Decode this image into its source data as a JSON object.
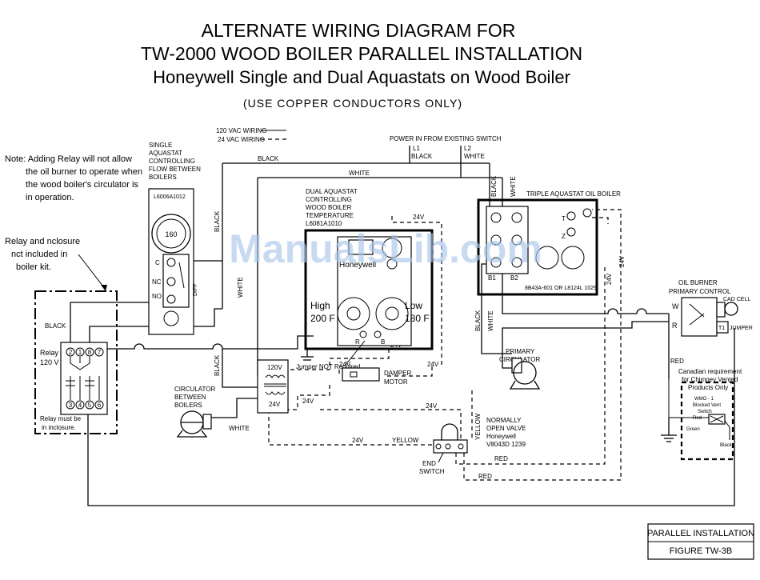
{
  "title": {
    "line1": "ALTERNATE WIRING DIAGRAM FOR",
    "line2": "TW-2000 WOOD BOILER PARALLEL INSTALLATION",
    "line3": "Honeywell Single and Dual Aquastats on Wood Boiler",
    "note": "(USE COPPER CONDUCTORS ONLY)"
  },
  "watermark": "ManualsLib.com",
  "legend": {
    "line_vac120": "120 VAC WIRING",
    "line_vac24": "24 VAC WIRING"
  },
  "power": {
    "label": "POWER IN FROM EXISTING SWITCH",
    "l1": "L1",
    "l1_color": "BLACK",
    "l2": "L2",
    "l2_color": "WHITE"
  },
  "note_relay": {
    "line1": "Note: Adding Relay will not allow",
    "line2": "the oil burner to operate when",
    "line3": "the wood boiler's circulator is",
    "line4": "in operation."
  },
  "note_enclosure": {
    "line1": "Relay and nclosure",
    "line2": "nct included in",
    "line3": "boiler kit."
  },
  "single_aquastat": {
    "label1": "SINGLE",
    "label2": "AQUASTAT",
    "label3": "CONTROLLING",
    "label4": "FLOW BETWEEN",
    "label5": "BOILERS",
    "model": "L6006A1012",
    "dial": "160",
    "term_c": "C",
    "term_nc": "NC",
    "term_no": "NO",
    "diff": "DIFF"
  },
  "dual_aquastat": {
    "label1": "DUAL AQUASTAT",
    "label2": "CONTROLLING",
    "label3": "WOOD BOILER",
    "label4": "TEMPERATURE",
    "model": "L6081A1010",
    "brand": "Honeywell",
    "high_label": "High",
    "high_value": "200 F",
    "low_label": "Low",
    "low_value": "180 F",
    "jumper_note": "Jumper NOT Required",
    "term_r": "R",
    "term_b": "B"
  },
  "triple_aquastat": {
    "label": "TRIPLE AQUASTAT OIL BOILER",
    "model": "8B43A-601 OR L8124L 1029",
    "term_t": "T",
    "term_z": "Z",
    "term_b1": "B1",
    "term_b2": "B2"
  },
  "relay": {
    "label1": "Relay",
    "label2": "120 V",
    "note1": "Relay must be",
    "note2": "in inclosure.",
    "top_terms": [
      "2",
      "1",
      "8",
      "7"
    ],
    "bottom_terms": [
      "3",
      "4",
      "5",
      "6"
    ]
  },
  "transformer": {
    "v120": "120V",
    "v24": "24V"
  },
  "circulator_between": {
    "label1": "CIRCULATOR",
    "label2": "BETWEEN",
    "label3": "BOILERS"
  },
  "primary_circulator": {
    "label1": "PRIMARY",
    "label2": "CIRCULATOR"
  },
  "damper": {
    "label1": "DAMPER",
    "label2": "MOTOR"
  },
  "valve": {
    "label1": "NORMALLY",
    "label2": "OPEN VALVE",
    "label3": "Honeywell",
    "label4": "V8043D 1239",
    "end_switch1": "END",
    "end_switch2": "SWITCH"
  },
  "oil_burner": {
    "label1": "OIL BURNER",
    "label2": "PRIMARY CONTROL",
    "term_w": "W",
    "term_r": "R",
    "term_t1": "T1",
    "cad_cell": "CAD CELL",
    "jumper": "JUMPER"
  },
  "canadian": {
    "line1": "Canadian requirement",
    "line2": "for Chimney Vented",
    "line3": "Products Only",
    "switch1": "WMO - 1",
    "switch2": "Blocked Vent",
    "switch3": "Switch",
    "red": "Red",
    "green": "Green",
    "black": "Black"
  },
  "wires": {
    "black": "BLACK",
    "white": "WHITE",
    "red": "RED",
    "yellow": "YELLOW",
    "v24": "24V",
    "v120": "120V"
  },
  "figure": {
    "label": "PARALLEL INSTALLATION",
    "number": "FIGURE TW-3B"
  },
  "colors": {
    "watermark": "#a9c6ea",
    "ink": "#000000"
  }
}
